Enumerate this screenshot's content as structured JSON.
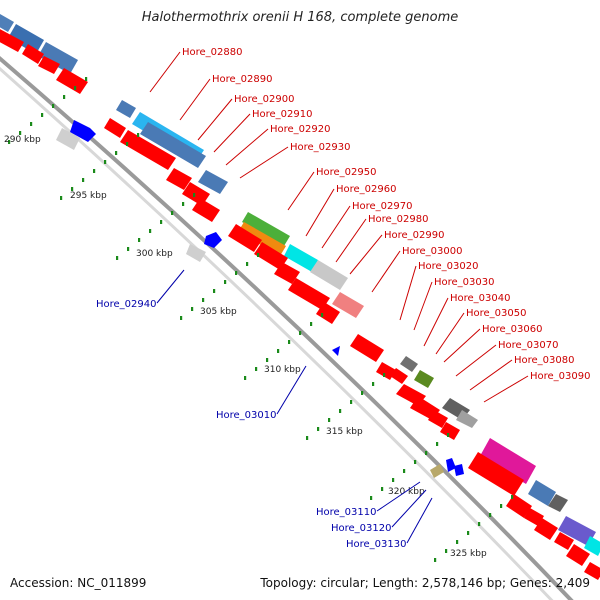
{
  "title": "Halothermothrix orenii H 168, complete genome",
  "footer": {
    "accession": "Accession: NC_011899",
    "summary": "Topology: circular; Length: 2,578,146 bp; Genes: 2,409"
  },
  "ticks": [
    "290 kbp",
    "295 kbp",
    "300 kbp",
    "305 kbp",
    "310 kbp",
    "315 kbp",
    "320 kbp",
    "325 kbp"
  ],
  "labels_top": [
    "Hore_02880",
    "Hore_02890",
    "Hore_02900",
    "Hore_02910",
    "Hore_02920",
    "Hore_02930",
    "Hore_02950",
    "Hore_02960",
    "Hore_02970",
    "Hore_02980",
    "Hore_02990",
    "Hore_03000",
    "Hore_03020",
    "Hore_03030",
    "Hore_03040",
    "Hore_03050",
    "Hore_03060",
    "Hore_03070",
    "Hore_03080",
    "Hore_03090"
  ],
  "labels_bottom": [
    "Hore_02940",
    "Hore_03010",
    "Hore_03110",
    "Hore_03120",
    "Hore_03130"
  ],
  "colors": {
    "forward_gene": "#ff0000",
    "reverse_gene": "#0000ff",
    "top_label": "#cc0000",
    "bottom_label": "#0000aa",
    "backbone": "#9a9a9a",
    "tick_dot": "#1a8a1a"
  }
}
